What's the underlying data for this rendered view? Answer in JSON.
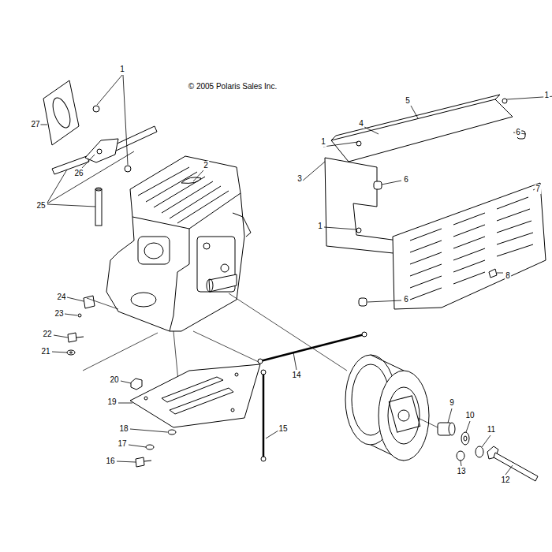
{
  "diagram": {
    "labels": [
      "© 2005 Polaris Sales Inc.",
      "1",
      "27",
      "26",
      "25",
      "2",
      "5",
      "1",
      "4",
      "1",
      "6",
      "3",
      "6",
      "7",
      "1",
      "6",
      "8",
      "24",
      "23",
      "22",
      "21",
      "20",
      "19",
      "18",
      "17",
      "16",
      "14",
      "15",
      "9",
      "10",
      "11",
      "13",
      "12"
    ]
  }
}
